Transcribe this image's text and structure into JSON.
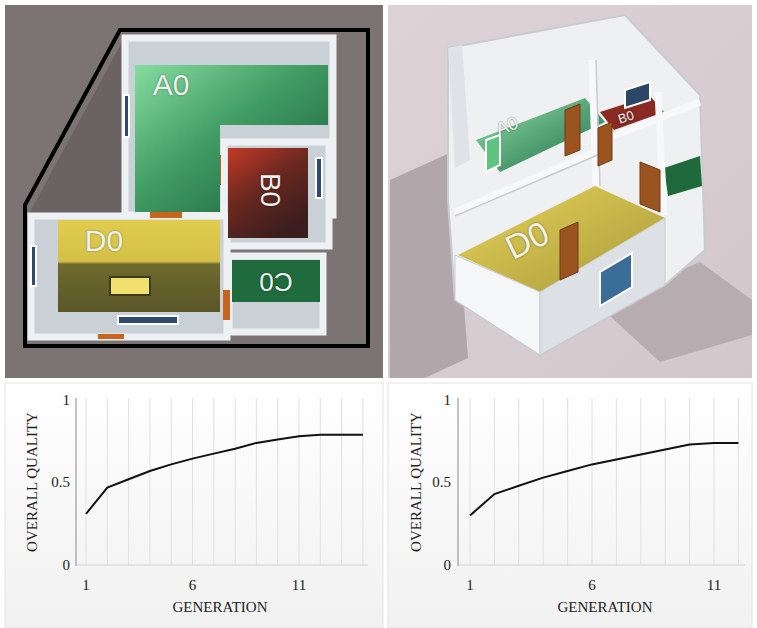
{
  "diagram": {
    "nodes": [
      {
        "text": [
          "A0"
        ]
      },
      {
        "text": [
          "B0"
        ]
      },
      {
        "text": [
          "D0"
        ]
      },
      {
        "text": [
          "C0"
        ]
      }
    ],
    "labels": [
      "A0",
      "B0",
      "D0",
      "1",
      "0.5",
      "0",
      "OVERALL QUALITY",
      "1",
      "6",
      "11",
      "GENERATION",
      "1",
      "0.5",
      "0",
      "OVERALL QUALITY",
      "1",
      "6",
      "11",
      "GENERATION"
    ]
  }
}
